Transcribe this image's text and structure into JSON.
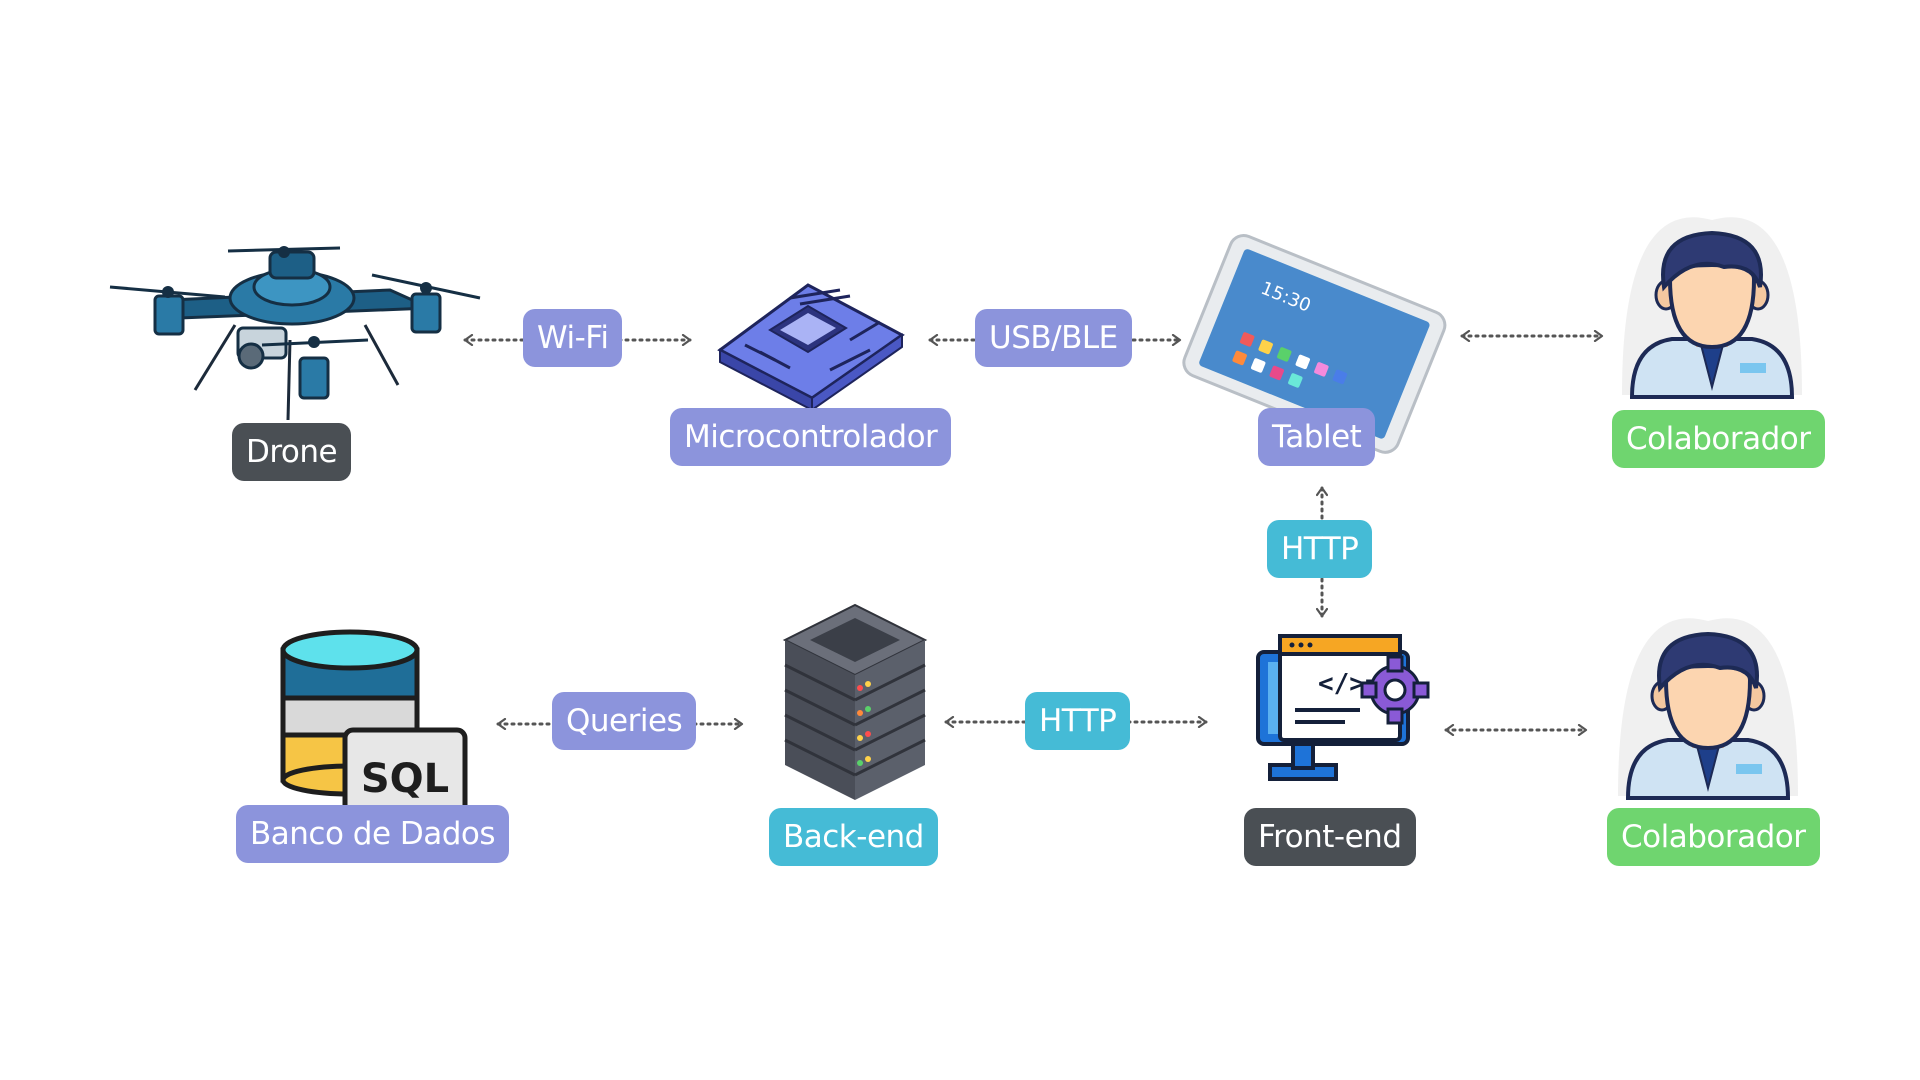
{
  "nodes": {
    "drone": {
      "label": "Drone"
    },
    "microcontroller": {
      "label": "Microcontrolador"
    },
    "tablet": {
      "label": "Tablet",
      "screen_time": "15:30"
    },
    "colaborador_top": {
      "label": "Colaborador"
    },
    "database": {
      "label": "Banco de Dados",
      "sql_text": "SQL"
    },
    "backend": {
      "label": "Back-end"
    },
    "frontend": {
      "label": "Front-end"
    },
    "colaborador_bottom": {
      "label": "Colaborador"
    }
  },
  "edges": {
    "drone_micro": {
      "label": "Wi-Fi"
    },
    "micro_tablet": {
      "label": "USB/BLE"
    },
    "tablet_colab": {
      "label": ""
    },
    "tablet_frontend": {
      "label": "HTTP"
    },
    "db_backend": {
      "label": "Queries"
    },
    "backend_frontend": {
      "label": "HTTP"
    },
    "frontend_colab": {
      "label": ""
    }
  },
  "colors": {
    "purple": "#8c94dc",
    "teal": "#45bbd6",
    "dark": "#4a4f54",
    "green": "#6fd56f",
    "arrow": "#555555"
  }
}
